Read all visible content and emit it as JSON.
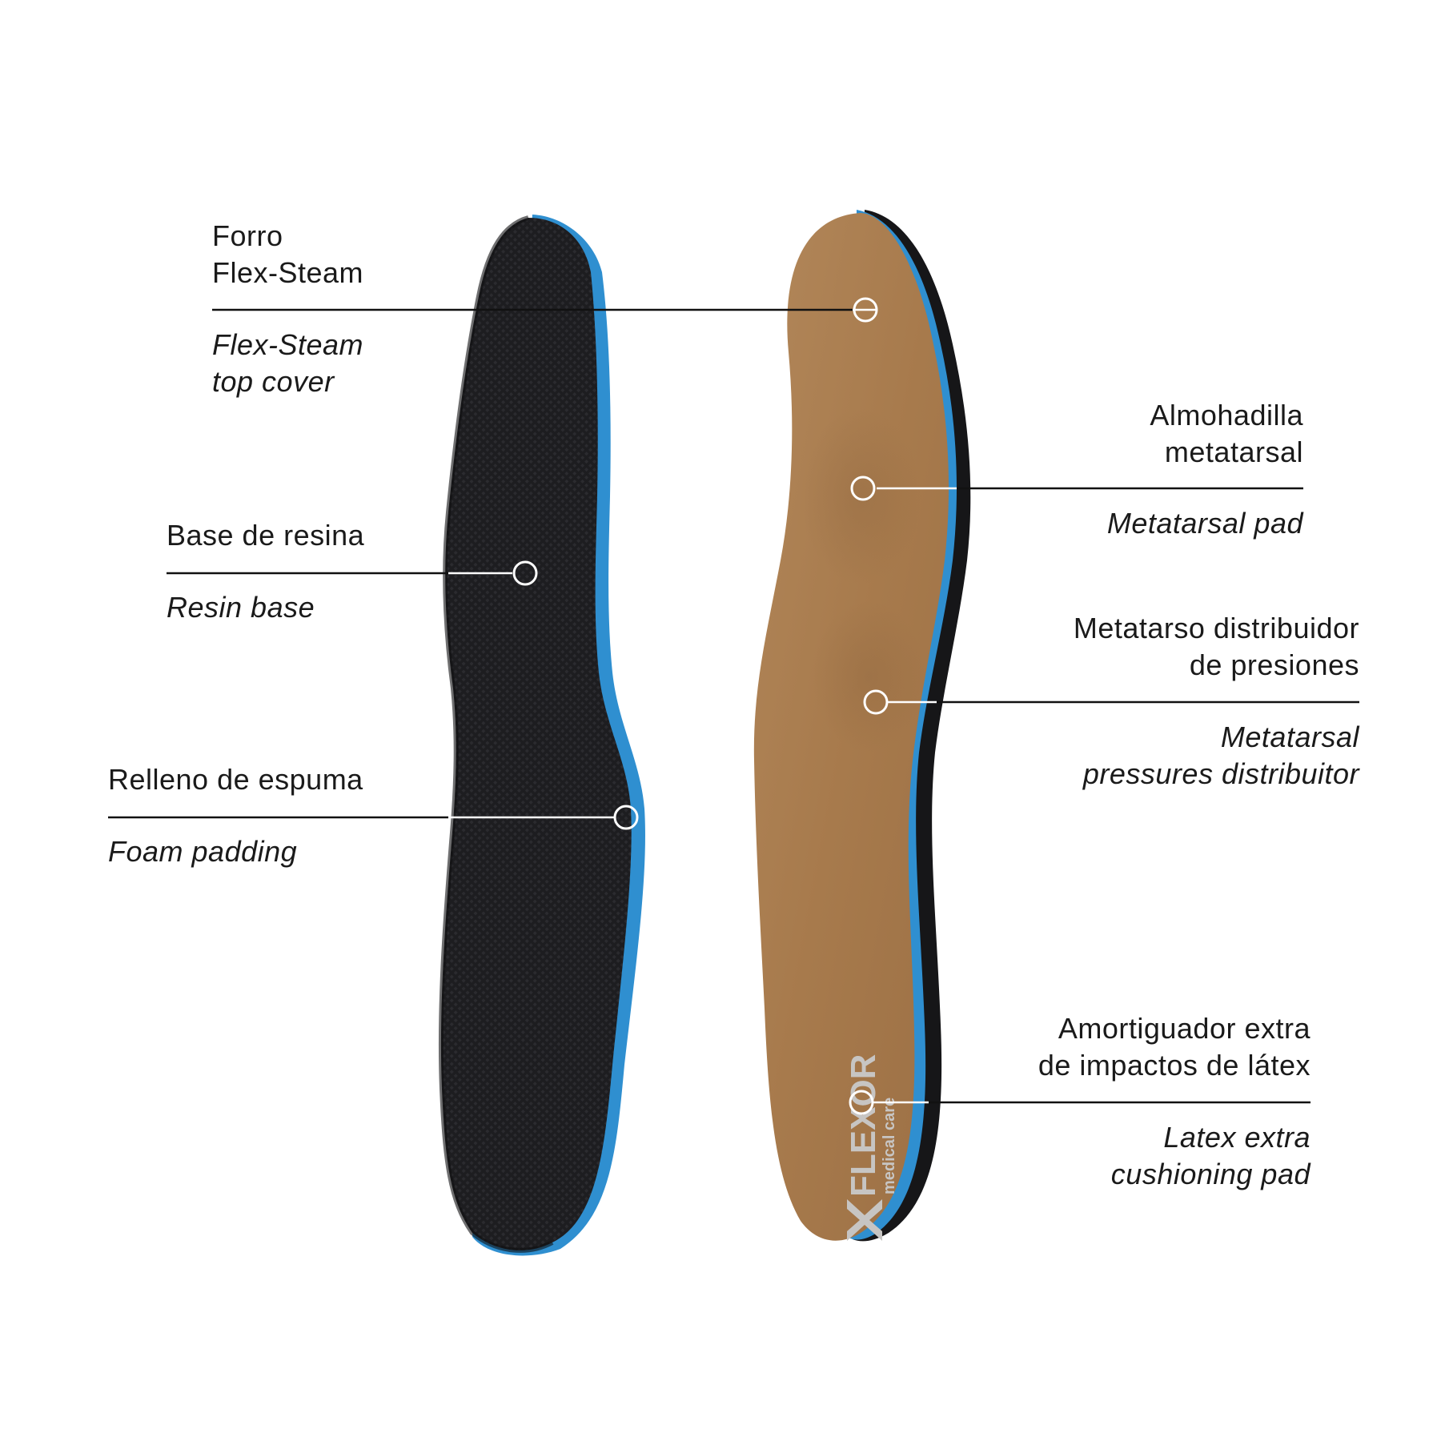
{
  "colors": {
    "leather": "#a97c50",
    "black_base": "#1c1c1e",
    "blue_foam": "#2f8fd0",
    "line": "#111111",
    "logo_gray": "#c7c5c3"
  },
  "labels": {
    "top_cover": {
      "es": [
        "Forro",
        "Flex-Steam"
      ],
      "en": [
        "Flex-Steam",
        "top cover"
      ]
    },
    "resin_base": {
      "es": [
        "Base de resina"
      ],
      "en": [
        "Resin base"
      ]
    },
    "foam_padding": {
      "es": [
        "Relleno de espuma"
      ],
      "en": [
        "Foam padding"
      ]
    },
    "metatarsal_pad": {
      "es": [
        "Almohadilla",
        "metatarsal"
      ],
      "en": [
        "Metatarsal pad"
      ]
    },
    "pressure_distributor": {
      "es": [
        "Metatarso distribuidor",
        "de presiones"
      ],
      "en": [
        "Metatarsal",
        "pressures distribuitor"
      ]
    },
    "latex_pad": {
      "es": [
        "Amortiguador extra",
        "de impactos de látex"
      ],
      "en": [
        "Latex extra",
        "cushioning pad"
      ]
    }
  },
  "logo": {
    "brand": "FLEXOR",
    "tagline": "medical care",
    "icon": "x-logo-icon"
  }
}
